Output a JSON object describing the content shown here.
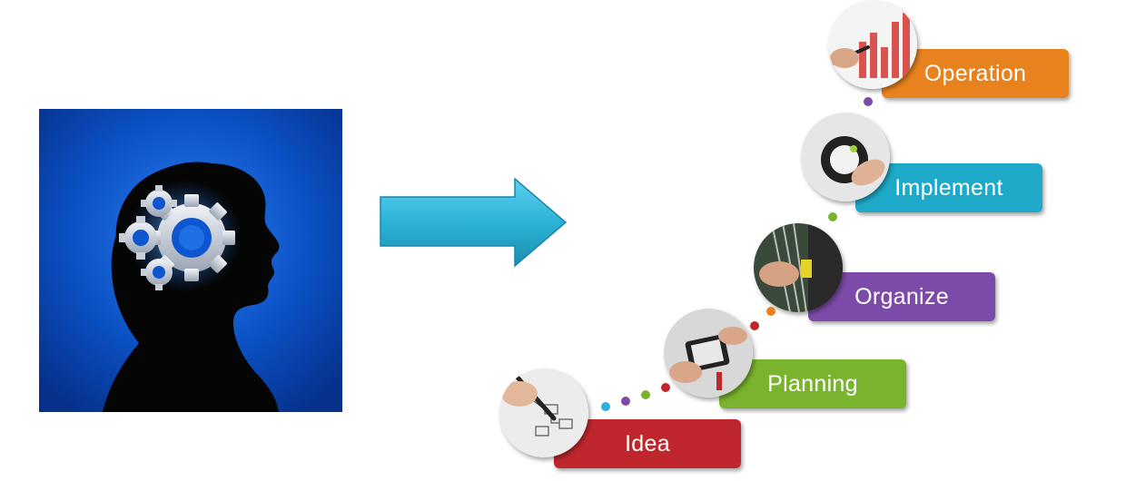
{
  "steps": [
    {
      "label": "Idea",
      "color": "#c0272d",
      "photo": "sketch-on-paper"
    },
    {
      "label": "Planning",
      "color": "#7ab32e",
      "photo": "tablet-drawing"
    },
    {
      "label": "Organize",
      "color": "#7c4aa8",
      "photo": "hands-wiring"
    },
    {
      "label": "Implement",
      "color": "#1fa9c8",
      "photo": "power-button"
    },
    {
      "label": "Operation",
      "color": "#e8821e",
      "photo": "bar-chart-pen"
    }
  ],
  "colors": {
    "head_background": "#0a3fa0",
    "arrow": "#2bb2d6",
    "dots": [
      "#2bb2d6",
      "#7c4aa8",
      "#7ab32e",
      "#c0272d",
      "#e8821e",
      "#7c4aa8"
    ]
  }
}
